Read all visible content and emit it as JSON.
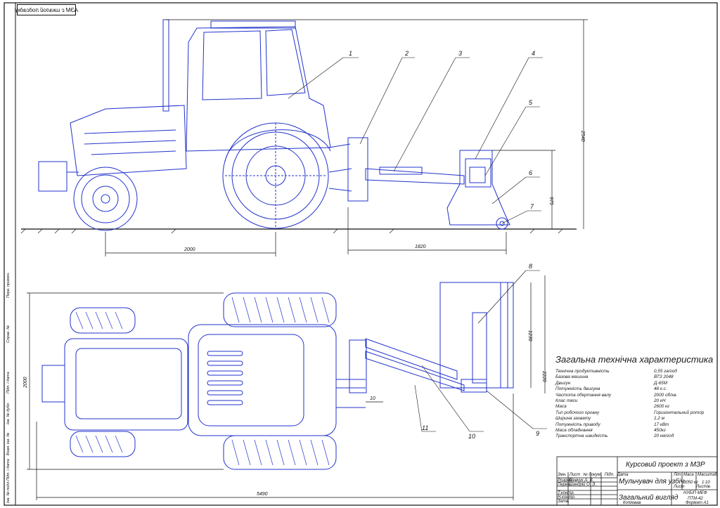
{
  "stamp": "АЭМ с шкалой подсадку",
  "dimensions": {
    "wheelbase": "2000",
    "implement_offset": "1820",
    "total_height": "2540",
    "hitch_height": "975",
    "total_length": "5490",
    "tractor_width": "2000",
    "implement_width": "1230",
    "working_span": "2220",
    "small_gap": "10"
  },
  "callouts": [
    "1",
    "2",
    "3",
    "4",
    "5",
    "6",
    "7",
    "8",
    "9",
    "10",
    "11"
  ],
  "spec": {
    "title": "Загальна технічна характеристика",
    "rows": [
      {
        "k": "Технічна продуктивність",
        "v": "0,55 га/год"
      },
      {
        "k": "Базова машина",
        "v": "ВТЗ 2048"
      },
      {
        "k": "Двигун",
        "v": "Д-65М"
      },
      {
        "k": "Потужність двигуна",
        "v": "48 к.с."
      },
      {
        "k": "Частота обертання валу",
        "v": "2000 об/хв."
      },
      {
        "k": "Клас тяги",
        "v": "20 кН"
      },
      {
        "k": "Маса",
        "v": "2600 кг"
      },
      {
        "k": "Тип робочого органу",
        "v": "Горизонтальний ротор"
      },
      {
        "k": "Ширина захвату",
        "v": "1,2 м"
      },
      {
        "k": "Потужність приводу",
        "v": "17 кВт"
      },
      {
        "k": "Маса обладнання",
        "v": "450кг"
      },
      {
        "k": "Транспортна швидкість",
        "v": "20 км/год"
      }
    ]
  },
  "title_block": {
    "project": "Курсовий проект з МЗР",
    "product": "Мульчувач для узбіч",
    "view": "Загальний вигляд",
    "mass": "3050 кг",
    "scale": "1:10",
    "org": "НУБІП  МЕФ",
    "code": "ПТМ-42",
    "lit_label": "Літ",
    "mass_label": "Маса",
    "scale_label": "Масштаб",
    "sheet_label": "Лист",
    "sheets_label": "Листів",
    "copied": "Копіював",
    "format": "Формат  А1",
    "row_labels": [
      "Змн.",
      "Лист",
      "№ докум.",
      "Підп.",
      "Дата"
    ],
    "roles": [
      "Розроб.",
      "Перев.",
      "Т.контр.",
      "Н.контр.",
      "Затв."
    ],
    "names": [
      "Шевчук А. В.",
      "Шандрій О. Э."
    ]
  },
  "margin_labels": [
    "Перв. примен.",
    "Справ. №",
    "Підп. і дата",
    "Інв. № дубл.",
    "Взам. інв. №",
    "Підп. і дата",
    "Інв. № подл."
  ]
}
